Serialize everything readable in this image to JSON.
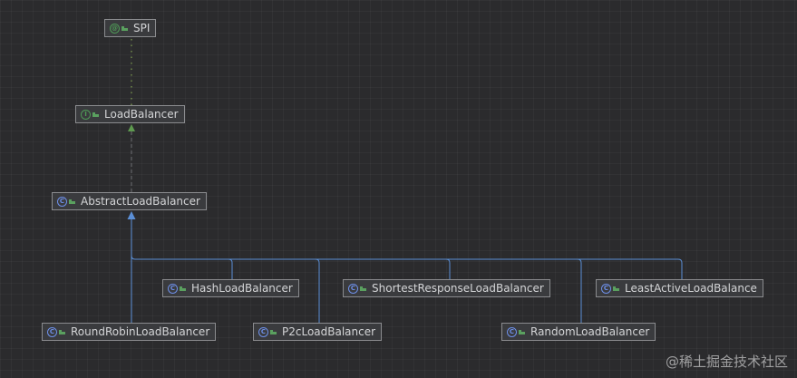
{
  "colors": {
    "background": "#2b2b2d",
    "node_bg": "#3a3b3e",
    "node_border": "#8a8b8e",
    "node_text": "#d4d5d7",
    "inherit_edge": "#5b8fd6",
    "implement_edge": "#6b6c70",
    "implement_arrow": "#5e9a4f",
    "dependency_edge": "#7f9f4f"
  },
  "nodes": [
    {
      "id": "spi",
      "label": "SPI",
      "kind": "annotation",
      "icon": "annotation-icon"
    },
    {
      "id": "loadbalancer",
      "label": "LoadBalancer",
      "kind": "interface",
      "icon": "interface-icon"
    },
    {
      "id": "abstract",
      "label": "AbstractLoadBalancer",
      "kind": "class",
      "icon": "class-icon"
    },
    {
      "id": "hash",
      "label": "HashLoadBalancer",
      "kind": "class",
      "icon": "class-icon"
    },
    {
      "id": "shortest",
      "label": "ShortestResponseLoadBalancer",
      "kind": "class",
      "icon": "class-icon"
    },
    {
      "id": "leastactive",
      "label": "LeastActiveLoadBalance",
      "kind": "class",
      "icon": "class-icon"
    },
    {
      "id": "roundrobin",
      "label": "RoundRobinLoadBalancer",
      "kind": "class",
      "icon": "class-icon"
    },
    {
      "id": "p2c",
      "label": "P2cLoadBalancer",
      "kind": "class",
      "icon": "class-icon"
    },
    {
      "id": "random",
      "label": "RandomLoadBalancer",
      "kind": "class",
      "icon": "class-icon"
    }
  ],
  "edges": [
    {
      "from": "loadbalancer",
      "to": "spi",
      "type": "annotated-with"
    },
    {
      "from": "abstract",
      "to": "loadbalancer",
      "type": "implements"
    },
    {
      "from": "hash",
      "to": "abstract",
      "type": "extends"
    },
    {
      "from": "shortest",
      "to": "abstract",
      "type": "extends"
    },
    {
      "from": "leastactive",
      "to": "abstract",
      "type": "extends"
    },
    {
      "from": "roundrobin",
      "to": "abstract",
      "type": "extends"
    },
    {
      "from": "p2c",
      "to": "abstract",
      "type": "extends"
    },
    {
      "from": "random",
      "to": "abstract",
      "type": "extends"
    }
  ],
  "watermark": "@稀土掘金技术社区"
}
